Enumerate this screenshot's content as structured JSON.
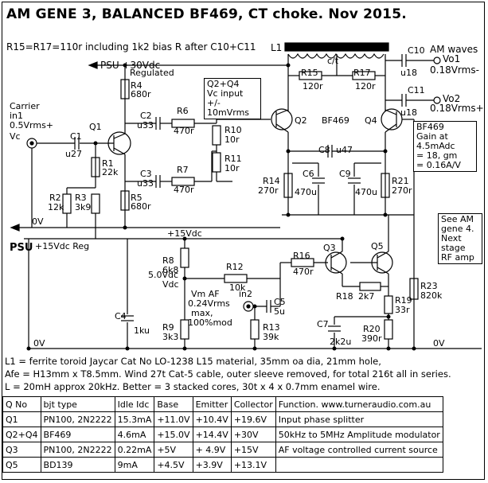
{
  "title": "AM GENE 3, BALANCED  BF469, CT choke. Nov 2015.",
  "header_note": "R15=R17=110r including 1k2 bias R after C10+C11",
  "rails": {
    "psu30": "PSU +30Vdc",
    "regulated": "Regulated",
    "psu_label": "PSU",
    "psu15": "+15Vdc Reg",
    "plus15": "+15Vdc",
    "zero_v_left": "0V",
    "zero_v_bottom_left": "0V",
    "zero_v_bottom_right": "0V"
  },
  "inputs": {
    "carrier": [
      "Carrier",
      "in1",
      "0.5Vrms+",
      "Vc"
    ],
    "vm": [
      "Vm AF",
      "0.24Vrms",
      "max,",
      "100%mod"
    ],
    "in2": "in2"
  },
  "outputs": {
    "am_waves": "AM waves",
    "vo1_name": "Vo1",
    "vo1_level": "0.18Vrms-",
    "vo2_name": "Vo2",
    "vo2_level": "0.18Vrms+"
  },
  "boxes": {
    "q2q4": [
      "Q2+Q4",
      "Vc input",
      "+/- 10mVrms"
    ],
    "bf469": [
      "BF469",
      "Gain at",
      "4.5mAdc",
      "= 18, gm",
      "= 0.16A/V"
    ],
    "see_am": [
      "See AM",
      "gene 4.",
      "Next",
      "stage",
      "RF amp"
    ]
  },
  "transistors": {
    "q1": "Q1",
    "q2": "Q2",
    "q3": "Q3",
    "q4": "Q4",
    "q5": "Q5",
    "bf469_label": "BF469"
  },
  "components": {
    "r1": [
      "R1",
      "22k"
    ],
    "r2": [
      "R2",
      "12k"
    ],
    "r3": [
      "R3",
      "3k9"
    ],
    "r4": [
      "R4",
      "680r"
    ],
    "r5": [
      "R5",
      "680r"
    ],
    "r6": [
      "R6",
      "470r"
    ],
    "r7": [
      "R7",
      "470r"
    ],
    "r8": [
      "R8",
      "6k8"
    ],
    "r9": [
      "R9",
      "3k3"
    ],
    "r10": [
      "R10",
      "10r"
    ],
    "r11": [
      "R11",
      "10r"
    ],
    "r12": [
      "R12",
      "10k"
    ],
    "r13": [
      "R13",
      "39k"
    ],
    "r14": [
      "R14",
      "270r"
    ],
    "r15": [
      "R15",
      "120r"
    ],
    "r16": [
      "R16",
      "470r"
    ],
    "r17": [
      "R17",
      "120r"
    ],
    "r18": [
      "R18",
      "2k7"
    ],
    "r19": [
      "R19",
      "33r"
    ],
    "r20": [
      "R20",
      "390r"
    ],
    "r21": [
      "R21",
      "270r"
    ],
    "r23": [
      "R23",
      "820k"
    ],
    "c1": [
      "C1",
      "u27"
    ],
    "c2": [
      "C2",
      "u33"
    ],
    "c3": [
      "C3",
      "u33"
    ],
    "c4": [
      "C4",
      "1ku"
    ],
    "c5": [
      "C5",
      "5u"
    ],
    "c6": [
      "C6",
      "470u"
    ],
    "c7": [
      "C7",
      "2k2u"
    ],
    "c8": [
      "C8",
      "u47"
    ],
    "c9": [
      "C9",
      "470u"
    ],
    "c10": [
      "C10",
      "u18"
    ],
    "c11": [
      "C11",
      "u18"
    ],
    "l1": "L1",
    "ct": "c/t",
    "node_5v": [
      "5.0Vdc",
      "Vdc"
    ]
  },
  "notes": [
    "L1 = ferrite toroid  Jaycar Cat No LO-1238 L15 material, 35mm oa dia, 21mm hole,",
    "Afe = H13mm x T8.5mm. Wind 27t Cat-5 cable, outer sleeve removed, for total 216t all in series.",
    "L = 20mH approx 20kHz. Better = 3 stacked  cores, 30t x 4 x 0.7mm enamel wire."
  ],
  "table": {
    "headers": [
      "Q No",
      "bjt type",
      "Idle Idc",
      "Base",
      "Emitter",
      "Collector",
      "Function.  www.turneraudio.com.au"
    ],
    "rows": [
      [
        "Q1",
        "PN100, 2N2222",
        "15.3mA",
        "+11.0V",
        "+10.4V",
        "+19.6V",
        "Input  phase splitter"
      ],
      [
        "Q2+Q4",
        "BF469",
        "4.6mA",
        "+15.0V",
        "+14.4V",
        "+30V",
        "50kHz to 5MHz Amplitude modulator"
      ],
      [
        "Q3",
        "PN100, 2N2222",
        "0.22mA",
        "+5V",
        "+ 4.9V",
        "+15V",
        "AF voltage controlled current source"
      ],
      [
        "Q5",
        "BD139",
        "9mA",
        "+4.5V",
        "+3.9V",
        "+13.1V",
        ""
      ]
    ]
  }
}
